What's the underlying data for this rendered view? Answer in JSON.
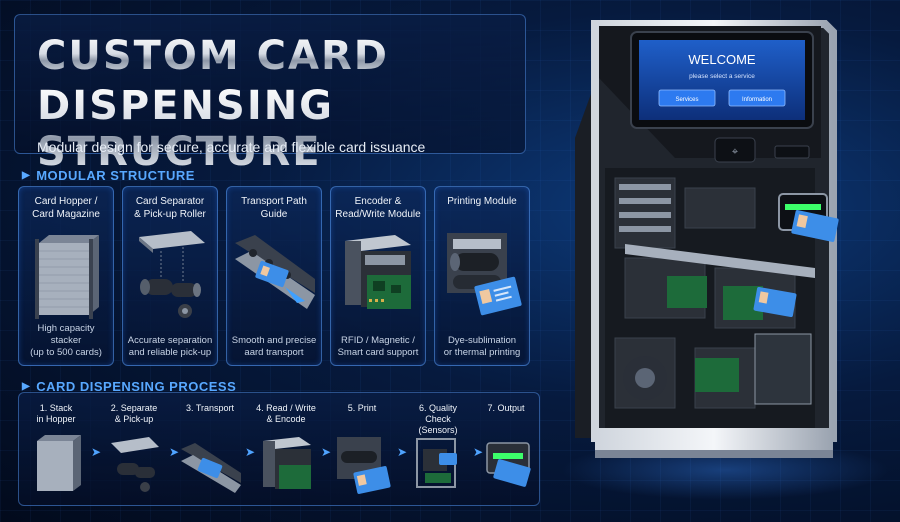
{
  "header": {
    "title_line1": "CUSTOM CARD",
    "title_line2": "DISPENSING STRUCTURE",
    "subtitle": "Modular design for secure, accurate and flexible card issuance"
  },
  "sections": {
    "modular": "MODULAR STRUCTURE",
    "process": "CARD DISPENSING PROCESS"
  },
  "modules": [
    {
      "title_l1": "Card Hopper /",
      "title_l2": "Card Magazine",
      "desc_l1": "High capacity stacker",
      "desc_l2": "(up to 500 cards)"
    },
    {
      "title_l1": "Card Separator",
      "title_l2": "& Pick-up Roller",
      "desc_l1": "Accurate separation",
      "desc_l2": "and reliable pick-up"
    },
    {
      "title_l1": "Transport Path",
      "title_l2": "Guide",
      "desc_l1": "Smooth and precise",
      "desc_l2": "aard transport"
    },
    {
      "title_l1": "Encoder &",
      "title_l2": "Read/Write Module",
      "desc_l1": "RFID / Magnetic /",
      "desc_l2": "Smart card support"
    },
    {
      "title_l1": "Printing Module",
      "title_l2": "",
      "desc_l1": "Dye-sublimation",
      "desc_l2": "or thermal printing"
    }
  ],
  "steps": [
    {
      "l1": "1. Stack",
      "l2": "in Hopper"
    },
    {
      "l1": "2. Separate",
      "l2": "& Pick-up"
    },
    {
      "l1": "3. Transport",
      "l2": ""
    },
    {
      "l1": "4. Read / Write",
      "l2": "& Encode"
    },
    {
      "l1": "5. Print",
      "l2": ""
    },
    {
      "l1": "6. Quality Check",
      "l2": "(Sensors)"
    },
    {
      "l1": "7. Output",
      "l2": ""
    }
  ],
  "kiosk": {
    "welcome": "WELCOME",
    "prompt": "please select a service",
    "btn_services": "Services",
    "btn_information": "Information"
  },
  "colors": {
    "accent": "#58a8ff",
    "card_blue": "#3d8ee8",
    "output_glow": "#3cff6a"
  }
}
